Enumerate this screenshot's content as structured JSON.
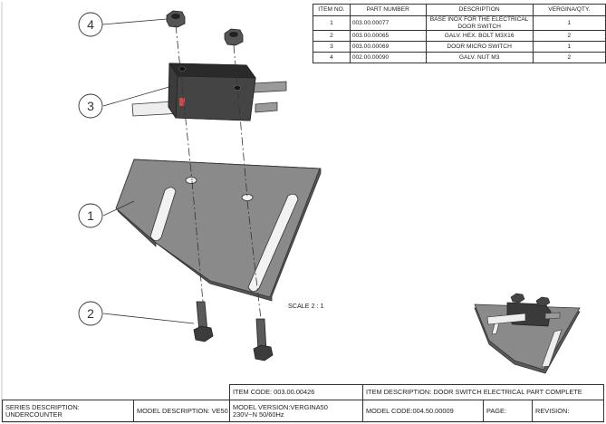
{
  "parts_table": {
    "headers": [
      "ITEM NO.",
      "PART NUMBER",
      "DESCRIPTION",
      "VERGINA/QTY."
    ],
    "rows": [
      {
        "item": "1",
        "part_number": "003.00.00077",
        "description": "BASE INOX FOR THE ELECTRICAL DOOR SWITCH",
        "qty": "1"
      },
      {
        "item": "2",
        "part_number": "003.00.00065",
        "description": "GALV. HEX. BOLT M3X16",
        "qty": "2"
      },
      {
        "item": "3",
        "part_number": "003.00.00069",
        "description": "DOOR MICRO SWITCH",
        "qty": "1"
      },
      {
        "item": "4",
        "part_number": "002.00.00090",
        "description": "GALV. NUT M3",
        "qty": "2"
      }
    ]
  },
  "balloons": {
    "b1": "1",
    "b2": "2",
    "b3": "3",
    "b4": "4"
  },
  "scale_label": "SCALE 2 : 1",
  "title_block": {
    "item_code": "ITEM  CODE: 003.00.00426",
    "item_description": "ITEM  DESCRIPTION: DOOR SWITCH ELECTRICAL PART COMPLETE",
    "series_description": "SERIES DESCRIPTION: UNDERCOUNTER",
    "model_description": "MODEL DESCRIPTION: VE50",
    "model_version_line1": "MODEL VERSION:VERGINA50",
    "model_version_line2": "230V~N 50/60Hz",
    "model_code": "MODEL CODE:004.50.00009",
    "page": "PAGE:",
    "revision": "REVISION:"
  }
}
